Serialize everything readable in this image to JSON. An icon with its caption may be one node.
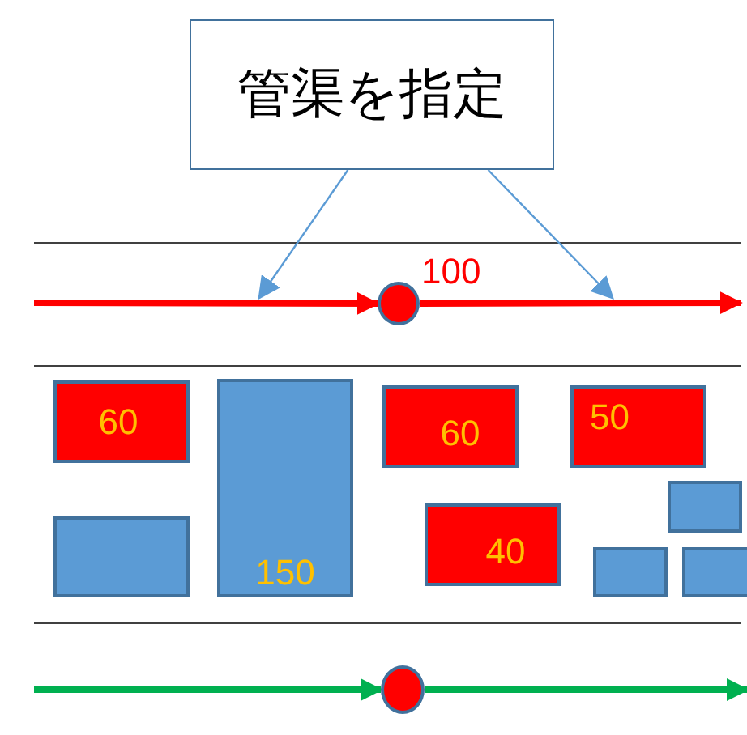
{
  "diagram": {
    "nodes": [
      {
        "text": [
          "管渠を指定"
        ]
      },
      {
        "text": [],
        "shape": "circle",
        "beside": [
          "100"
        ]
      },
      {
        "text": [
          "60"
        ]
      },
      {
        "text": [
          "150"
        ]
      },
      {
        "text": [
          "60"
        ]
      },
      {
        "text": [
          "50"
        ]
      },
      {
        "text": [],
        "shape": "box"
      },
      {
        "text": [],
        "shape": "box"
      },
      {
        "text": [
          "40"
        ]
      },
      {
        "text": [],
        "shape": "box"
      },
      {
        "text": [],
        "shape": "box"
      },
      {
        "text": [],
        "shape": "circle"
      }
    ],
    "edges": [
      {
        "from": null,
        "to": 1,
        "arrow": "to",
        "color": "#ff0000"
      },
      {
        "from": 1,
        "to": null,
        "arrow": "to",
        "color": "#ff0000"
      },
      {
        "from": 0,
        "to": null,
        "arrow": "to",
        "color": "#5b9bd5"
      },
      {
        "from": 0,
        "to": null,
        "arrow": "to",
        "color": "#5b9bd5"
      },
      {
        "from": null,
        "to": 11,
        "arrow": "to",
        "color": "#00b050"
      },
      {
        "from": 11,
        "to": null,
        "arrow": "to",
        "color": "#00b050"
      }
    ]
  }
}
